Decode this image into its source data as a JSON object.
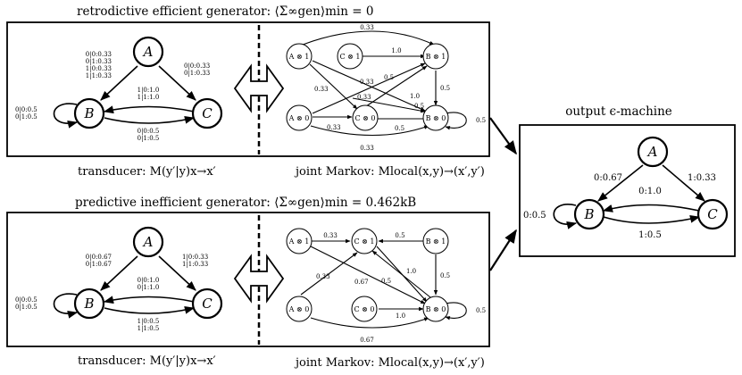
{
  "title_top": "retrodictive efficient generator: ⟨Σ∞gen⟩min = 0",
  "title_bottom": "predictive inefficient generator: ⟨Σ∞gen⟩min = 0.462kB",
  "caption_transducer": "transducer: M(y′|y)x→x′",
  "caption_joint": "joint Markov: Mlocal(x,y)→(x′,y′)",
  "output_title": "output ϵ-machine",
  "states": {
    "A": "A",
    "B": "B",
    "C": "C"
  },
  "joint_states": {
    "A1": "A ⊗ 1",
    "C1": "C ⊗ 1",
    "B1": "B ⊗ 1",
    "A0": "A ⊗ 0",
    "C0": "C ⊗ 0",
    "B0": "B ⊗ 0"
  },
  "top_transducer": {
    "AB_1": "0|0:0.33",
    "AB_2": "0|1:0.33",
    "AB_3": "1|0:0.33",
    "AB_4": "1|1:0.33",
    "AC_1": "0|0:0.33",
    "AC_2": "0|1:0.33",
    "CB_1": "1|0:1.0",
    "CB_2": "1|1:1.0",
    "BC_1": "0|0:0.5",
    "BC_2": "0|1:0.5",
    "BB_1": "0|0:0.5",
    "BB_2": "0|1:0.5"
  },
  "top_joint": {
    "p1": "0.33",
    "p2": "1.0",
    "p3": "0.5",
    "p4": "0.33",
    "p5": "0.33",
    "p6": "1.0",
    "p7": "0.5",
    "p8": "0.33",
    "p9": "0.5",
    "p10": "0.5",
    "p11": "0.33",
    "p12": "0.5"
  },
  "bottom_transducer": {
    "AB_1": "0|0:0.67",
    "AB_2": "0|1:0.67",
    "AC_1": "1|0:0.33",
    "AC_2": "1|1:0.33",
    "CB_1": "0|0:1.0",
    "CB_2": "0|1:1.0",
    "BC_1": "1|0:0.5",
    "BC_2": "1|1:0.5",
    "BB_1": "0|0:0.5",
    "BB_2": "0|1:0.5"
  },
  "bottom_joint": {
    "p1": "0.33",
    "p2": "0.5",
    "p3": "0.33",
    "p4": "0.67",
    "p5": "0.5",
    "p6": "1.0",
    "p7": "0.5",
    "p8": "1.0",
    "p9": "0.5",
    "p10": "0.67"
  },
  "emachine": {
    "AB": "0:0.67",
    "AC": "1:0.33",
    "CB": "0:1.0",
    "BC": "1:0.5",
    "BB": "0:0.5"
  }
}
